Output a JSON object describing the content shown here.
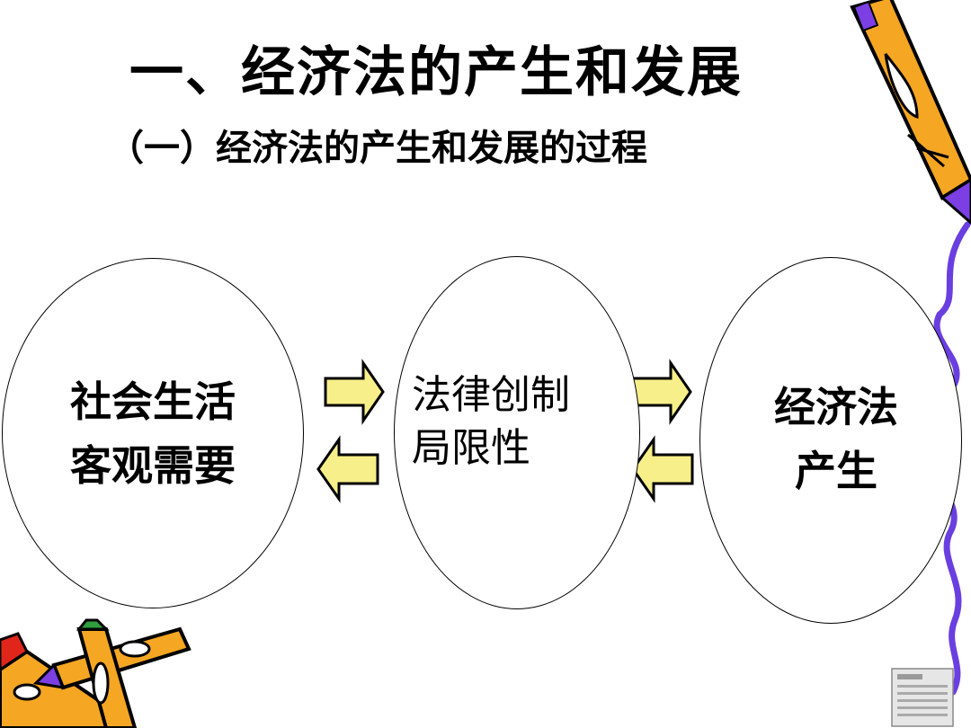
{
  "slide": {
    "title": "一、经济法的产生和发展",
    "subtitle": "（一）经济法的产生和发展的过程"
  },
  "diagram": {
    "nodes": [
      {
        "line1": "社会生活",
        "line2": "客观需要"
      },
      {
        "line1": "法律创制",
        "line2": "局限性"
      },
      {
        "line1": "经济法",
        "line2": "产生"
      }
    ]
  },
  "colors": {
    "arrow_fill": "#F7F08A",
    "arrow_stroke": "#000000",
    "crayon_orange": "#F5A623",
    "crayon_purple": "#7B3FE4",
    "crayon_red": "#E0261B",
    "crayon_green": "#2E9E3E",
    "squiggle_purple": "#6A3FE0"
  },
  "icons": [
    "crayon-top-right-icon",
    "crayon-bottom-left-icon",
    "purple-squiggle-line",
    "newspaper-icon"
  ]
}
